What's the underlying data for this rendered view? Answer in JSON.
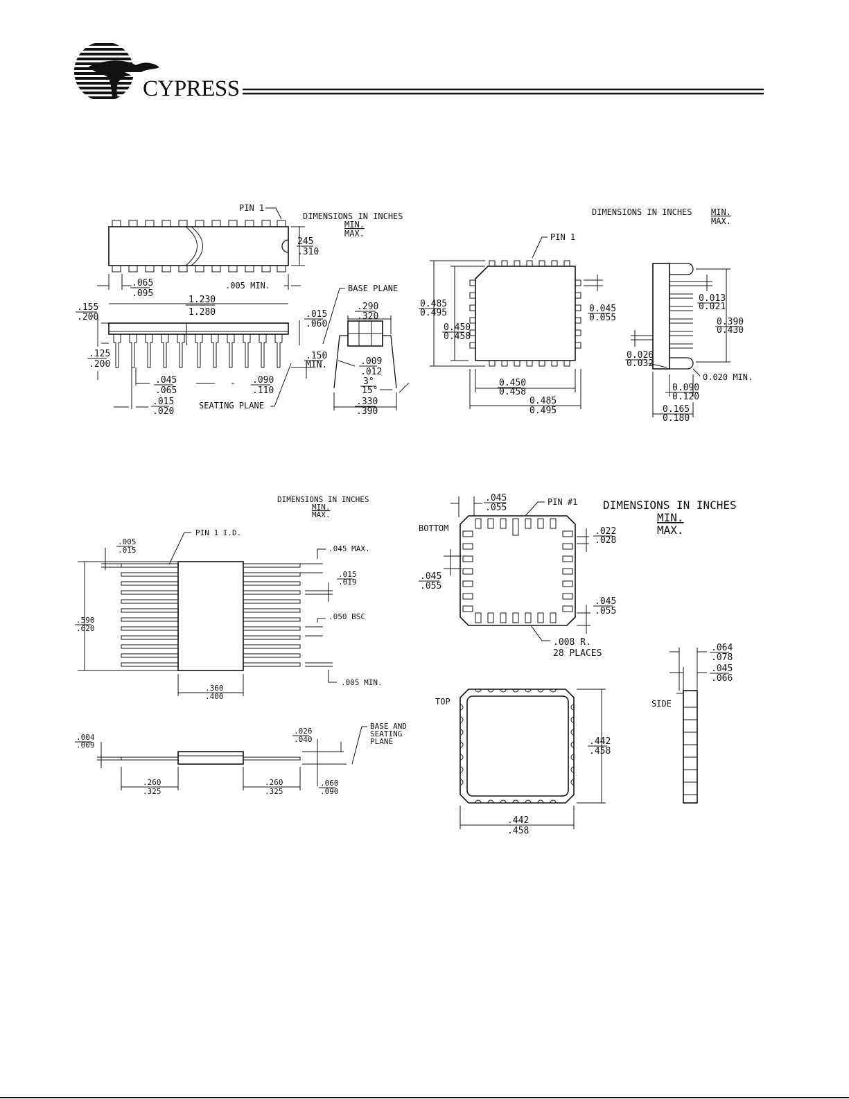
{
  "header": {
    "brand_name": "CYPRESS",
    "logo_icon": "cypress-tree-globe-logo",
    "rule_color": "#111111"
  },
  "d1": {
    "pin1": "PIN 1",
    "dim_title": "DIMENSIONS IN INCHES",
    "dim_min": "MIN.",
    "dim_max": "MAX.",
    "w_min": "245",
    "w_max": ".310",
    "lead_min": ".065",
    "lead_max": ".095",
    "end_min": ".005 MIN.",
    "len_min": "1.230",
    "len_max": "1.280",
    "h_min": ".155",
    "h_max": ".200",
    "so_min": ".015",
    "so_max": ".060",
    "base_plane": "BASE PLANE",
    "seat_min": ".125",
    "seat_max": ".200",
    "st_min": ".150",
    "st_max": "MIN.",
    "pw_min": ".045",
    "pw_max": ".065",
    "pitch_min": ".090",
    "pitch_max": ".110",
    "lw_min": ".015",
    "lw_max": ".020",
    "seating_plane": "SEATING PLANE",
    "row_min": ".290",
    "row_max": ".320",
    "th_min": ".009",
    "th_max": ".012",
    "ang_min": "3°",
    "ang_max": "15°",
    "span_min": ".330",
    "span_max": ".390"
  },
  "d2": {
    "dim_title": "DIMENSIONS IN INCHES",
    "dim_min": "MIN.",
    "dim_max": "MAX.",
    "pin1": "PIN 1",
    "outer_min": "0.485",
    "outer_max": "0.495",
    "inner_min": "0.450",
    "inner_max": "0.458",
    "pitch_min": "0.045",
    "pitch_max": "0.055",
    "bot_inner_min": "0.450",
    "bot_inner_max": "0.458",
    "bot_outer_min": "0.485",
    "bot_outer_max": "0.495",
    "lw_min": "0.013",
    "lw_max": "0.021",
    "side_min": "0.390",
    "side_max": "0.430",
    "lt_min": "0.026",
    "lt_max": "0.032",
    "clear": "0.020 MIN.",
    "ch_min": "0.090",
    "ch_max": "0.120",
    "h_min": "0.165",
    "h_max": "0.180"
  },
  "d3": {
    "dim_title": "DIMENSIONS IN INCHES",
    "dim_min": "MIN.",
    "dim_max": "MAX.",
    "pin1_id": "PIN 1 I.D.",
    "ofs_min": ".005",
    "ofs_max": ".015",
    "lead_max": ".045 MAX.",
    "lw_min": ".015",
    "lw_max": ".019",
    "h_min": ".590",
    "h_max": ".620",
    "bsc": ".050 BSC",
    "end_min": ".005 MIN.",
    "bw_min": ".360",
    "bw_max": ".400",
    "t_min": ".004",
    "t_max": ".009",
    "bh_min": ".026",
    "bh_max": ".040",
    "base_seating": [
      "BASE AND",
      "SEATING",
      "PLANE"
    ],
    "ll_min": ".260",
    "ll_max": ".325",
    "rl_min": ".260",
    "rl_max": ".325",
    "st_min": ".060",
    "st_max": ".090"
  },
  "d4": {
    "dim_title": "DIMENSIONS IN INCHES",
    "dim_min": "MIN.",
    "dim_max": "MAX.",
    "pitch_min": ".045",
    "pitch_max": ".055",
    "pin1": "PIN #1",
    "bottom": "BOTTOM",
    "pw_min": ".022",
    "pw_max": ".028",
    "lp_min": ".045",
    "lp_max": ".055",
    "rp_min": ".045",
    "rp_max": ".055",
    "radius": ".008 R.",
    "places": "28 PLACES",
    "sh_min": ".064",
    "sh_max": ".078",
    "sl_min": ".045",
    "sl_max": ".066",
    "top": "TOP",
    "side": "SIDE",
    "tv_min": ".442",
    "tv_max": ".458",
    "th_min": ".442",
    "th_max": ".458"
  }
}
